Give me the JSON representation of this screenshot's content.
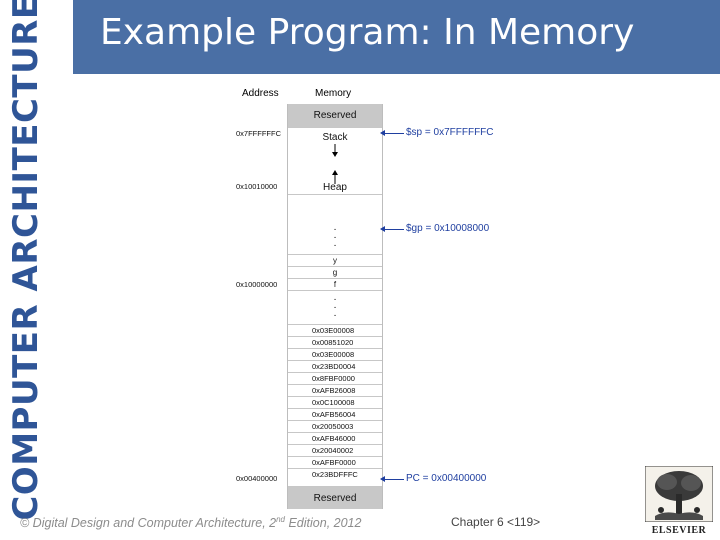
{
  "side_banner": "COMPUTER ARCHITECTURE",
  "title": "Example Program: In Memory",
  "diagram": {
    "address_header": "Address",
    "memory_header": "Memory",
    "reserved_top": "Reserved",
    "reserved_bottom": "Reserved",
    "stack_label": "Stack",
    "heap_label": "Heap",
    "addresses": [
      "0x7FFFFFFC",
      "0x10010000",
      "0x10000000",
      "0x00400000"
    ],
    "globals": [
      "y",
      "g",
      "f"
    ],
    "instructions": [
      "0x03E00008",
      "0x00851020",
      "0x03E00008",
      "0x23BD0004",
      "0x8FBF0000",
      "0xAFB26008",
      "0x0C100008",
      "0xAFB56004",
      "0x20050003",
      "0xAFB46000",
      "0x20040002",
      "0xAFBF0000",
      "0x23BDFFFC"
    ],
    "pointers": {
      "sp": "$sp = 0x7FFFFFFC",
      "gp": "$gp = 0x10008000",
      "pc": "PC = 0x00400000"
    }
  },
  "footer": {
    "copyright_prefix": "© Digital Design and Computer Architecture, 2",
    "copyright_sup": "nd",
    "copyright_suffix": " Edition, 2012",
    "chapter": "Chapter 6 <119>"
  },
  "logo": {
    "wordmark": "ELSEVIER",
    "icon": "elsevier-tree-icon"
  },
  "colors": {
    "banner_text": "#2f5597",
    "title_bar": "#4a6fa5",
    "pointer": "#1f3fa0",
    "reserved_fill": "#c8c8c8"
  }
}
